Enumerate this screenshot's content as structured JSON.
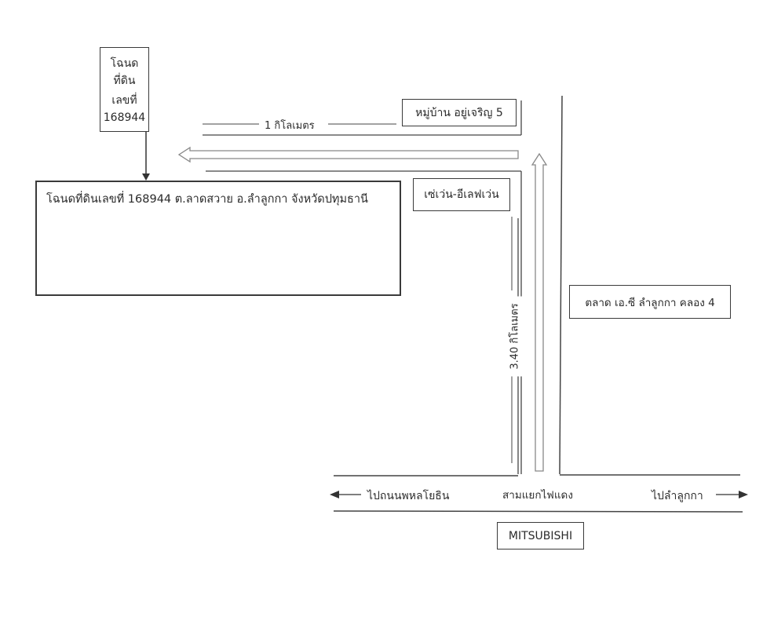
{
  "deed_box": {
    "line1": "โฉนดที่ดิน",
    "line2": "เลขที่",
    "number": "168944"
  },
  "deed_detail": {
    "title": "โฉนดที่ดินเลขที่ 168944 ต.ลาดสวาย อ.ลำลูกกา จังหวัดปทุมธานี"
  },
  "labels": {
    "distance_horizontal": "1 กิโลเมตร",
    "distance_vertical": "3.40 กิโลเมตร",
    "village": "หมู่บ้าน อยู่เจริญ 5",
    "seven_eleven": "เซ่เว่น-อีเลฟเว่น",
    "market": "ตลาด เอ.ซี ลำลูกกา คลอง 4",
    "to_phahonyothin": "ไปถนนพหลโยธิน",
    "intersection": "สามแยกไฟแดง",
    "to_lam_luk_ka": "ไปลำลูกกา",
    "mitsubishi": "MITSUBISHI"
  },
  "colors": {
    "line": "#3a3a3a",
    "route_arrow": "#8a8a8a"
  }
}
